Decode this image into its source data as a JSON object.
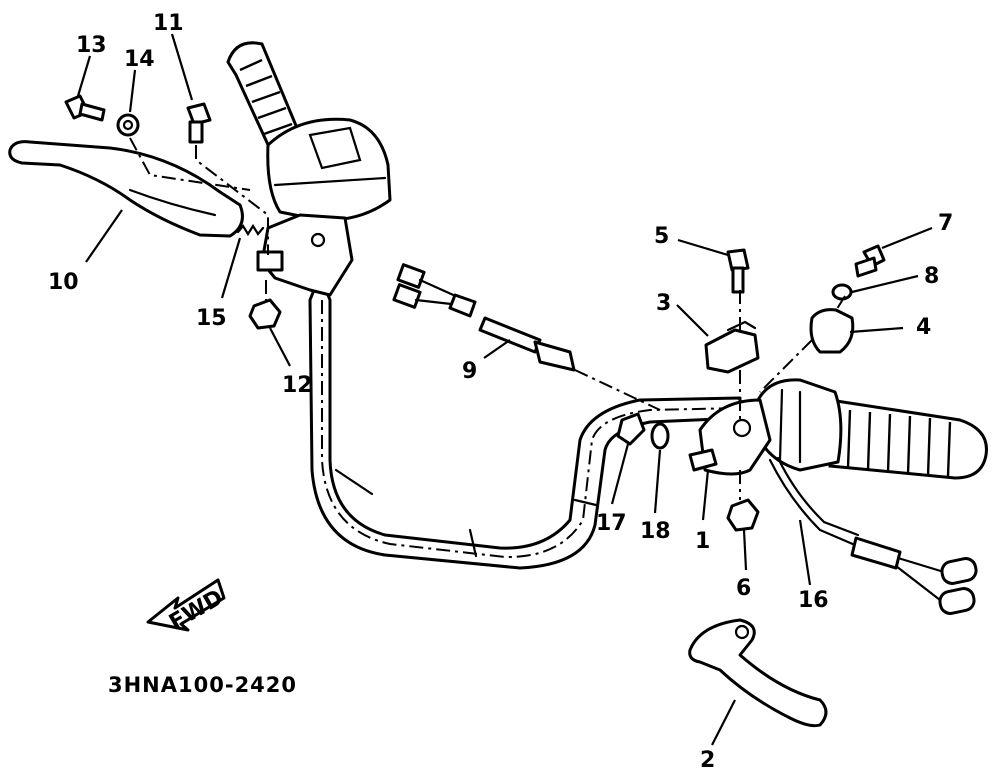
{
  "diagram": {
    "drawing_code": "3HNA100-2420",
    "fwd_label": "FWD",
    "callouts": [
      "1",
      "2",
      "3",
      "4",
      "5",
      "6",
      "7",
      "8",
      "9",
      "10",
      "11",
      "12",
      "13",
      "14",
      "15",
      "16",
      "17",
      "18"
    ]
  }
}
